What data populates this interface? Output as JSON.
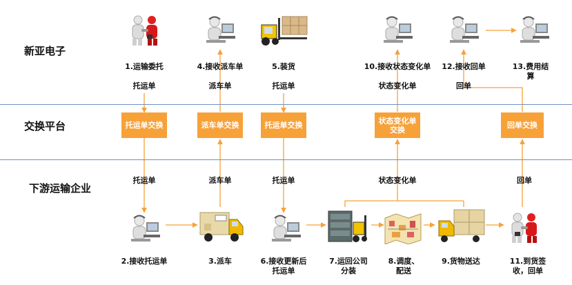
{
  "lanes": {
    "top": "新亚电子",
    "middle": "交换平台",
    "bottom": "下游运输企业"
  },
  "exchanges": {
    "e1": "托运单交换",
    "e2": "派车单交换",
    "e3": "托运单交换",
    "e4": "状态变化单\n交换",
    "e5": "回单交换"
  },
  "steps": {
    "s1": "1.运输委托",
    "s2": "2.接收托运单",
    "s3": "3.派车",
    "s4": "4.接收派车单",
    "s5": "5.装货",
    "s6": "6.接收更新后\n托运单",
    "s7": "7.运回公司\n分装",
    "s8": "8.调度、\n配送",
    "s9": "9.货物送达",
    "s10": "10.接收状态变化单",
    "s11": "11.到货签收，回单",
    "s12": "12.接收回单",
    "s13": "13.费用结算"
  },
  "docs": {
    "d1_top": "托运单",
    "d1_bot": "托运单",
    "d2_top": "派车单",
    "d2_bot": "派车单",
    "d3_top": "托运单",
    "d3_bot": "托运单",
    "d4_top": "状态变化单",
    "d4_bot": "状态变化单",
    "d5_top": "回单",
    "d5_bot": "回单"
  },
  "colors": {
    "accent": "#f7a139",
    "divider": "#6f8fbf"
  },
  "icons": {
    "handshake": "handshake-icon",
    "worker": "computer-worker-icon",
    "forklift": "forklift-icon",
    "truck": "delivery-truck-icon",
    "warehouse": "warehouse-icon",
    "map": "dispatch-map-icon"
  }
}
